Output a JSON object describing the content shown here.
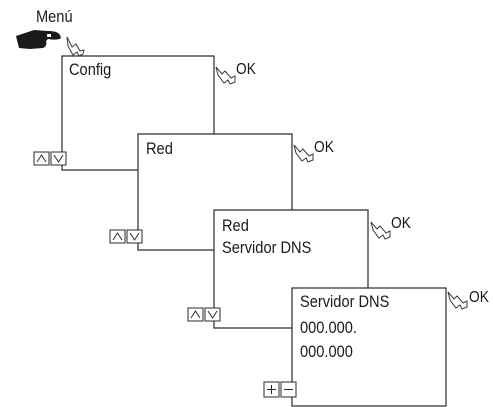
{
  "menu_label": "Menú",
  "ok_label": "OK",
  "screens": [
    {
      "lines": [
        "Config"
      ],
      "buttons": [
        "up",
        "down"
      ]
    },
    {
      "lines": [
        "Red"
      ],
      "buttons": [
        "up",
        "down"
      ]
    },
    {
      "lines": [
        "Red",
        "Servidor DNS"
      ],
      "buttons": [
        "up",
        "down"
      ]
    },
    {
      "lines": [
        "Servidor DNS",
        "000.000.",
        "000.000"
      ],
      "buttons": [
        "plus",
        "minus"
      ]
    }
  ],
  "icons": {
    "menu_pointer": "pointing-hand-icon",
    "step_arrow": "curved-arrow-icon",
    "up": "arrow-up-icon",
    "down": "arrow-down-icon",
    "plus": "plus-icon",
    "minus": "minus-icon"
  }
}
